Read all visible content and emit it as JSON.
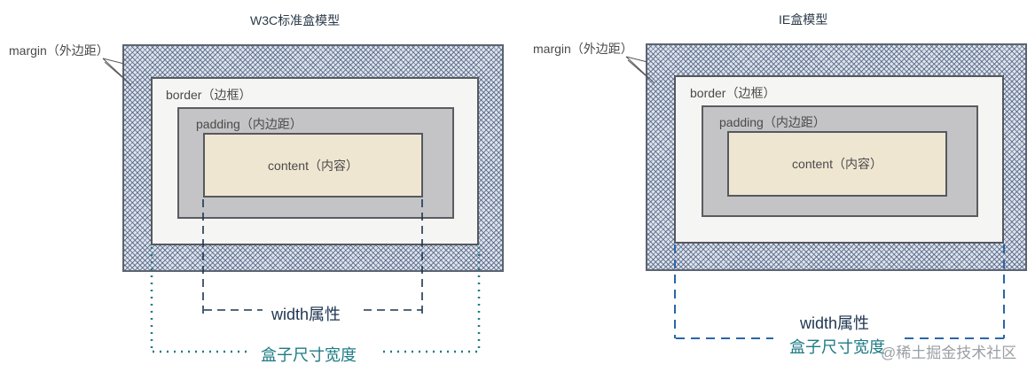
{
  "diagrams": [
    {
      "title": "W3C标准盒模型",
      "margin_label": "margin（外边距）",
      "border_label": "border（边框）",
      "padding_label": "padding（内边距）",
      "content_label": "content（内容）",
      "width_label": "width属性",
      "box_size_label": "盒子尺寸宽度"
    },
    {
      "title": "IE盒模型",
      "margin_label": "margin（外边距）",
      "border_label": "border（边框）",
      "padding_label": "padding（内边距）",
      "content_label": "content（内容）",
      "width_label": "width属性",
      "box_size_label": "盒子尺寸宽度"
    }
  ],
  "watermark": "@稀土掘金技术社区",
  "colors": {
    "margin_hatch": "#46597d",
    "border_fill": "#f5f5f3",
    "padding_fill": "#c4c4c6",
    "content_fill": "#efe6d2",
    "width_line_w3c": "#1e3550",
    "size_line_w3c": "#1f7b86",
    "width_line_ie": "#2a66a8",
    "size_label": "#1f7b86"
  }
}
